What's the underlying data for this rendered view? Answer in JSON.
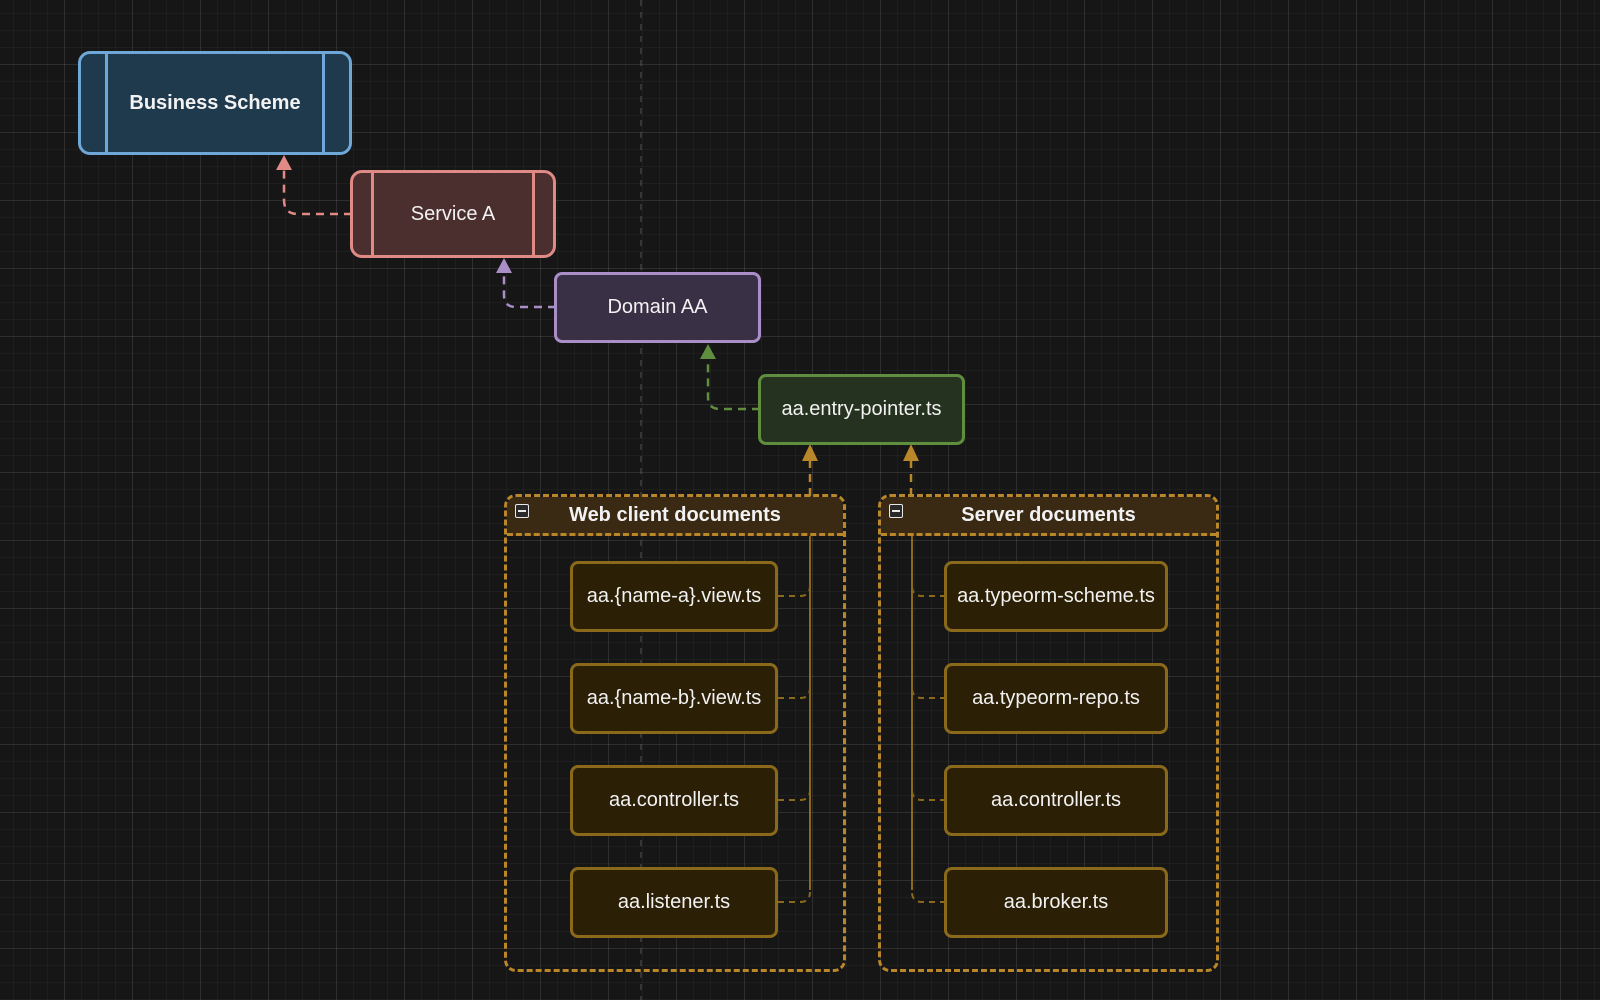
{
  "nodes": {
    "business_scheme": "Business Scheme",
    "service_a": "Service A",
    "domain_aa": "Domain AA",
    "entry_pointer": "aa.entry-pointer.ts"
  },
  "groups": {
    "web_client": {
      "title": "Web client documents",
      "files": [
        "aa.{name-a}.view.ts",
        "aa.{name-b}.view.ts",
        "aa.controller.ts",
        "aa.listener.ts"
      ]
    },
    "server": {
      "title": "Server documents",
      "files": [
        "aa.typeorm-scheme.ts",
        "aa.typeorm-repo.ts",
        "aa.controller.ts",
        "aa.broker.ts"
      ]
    }
  },
  "colors": {
    "business_scheme": "#6fa8d8",
    "service_a": "#e08a86",
    "domain_aa": "#a98ec7",
    "entry_pointer": "#5f8f3e",
    "documents": "#b9862a"
  }
}
